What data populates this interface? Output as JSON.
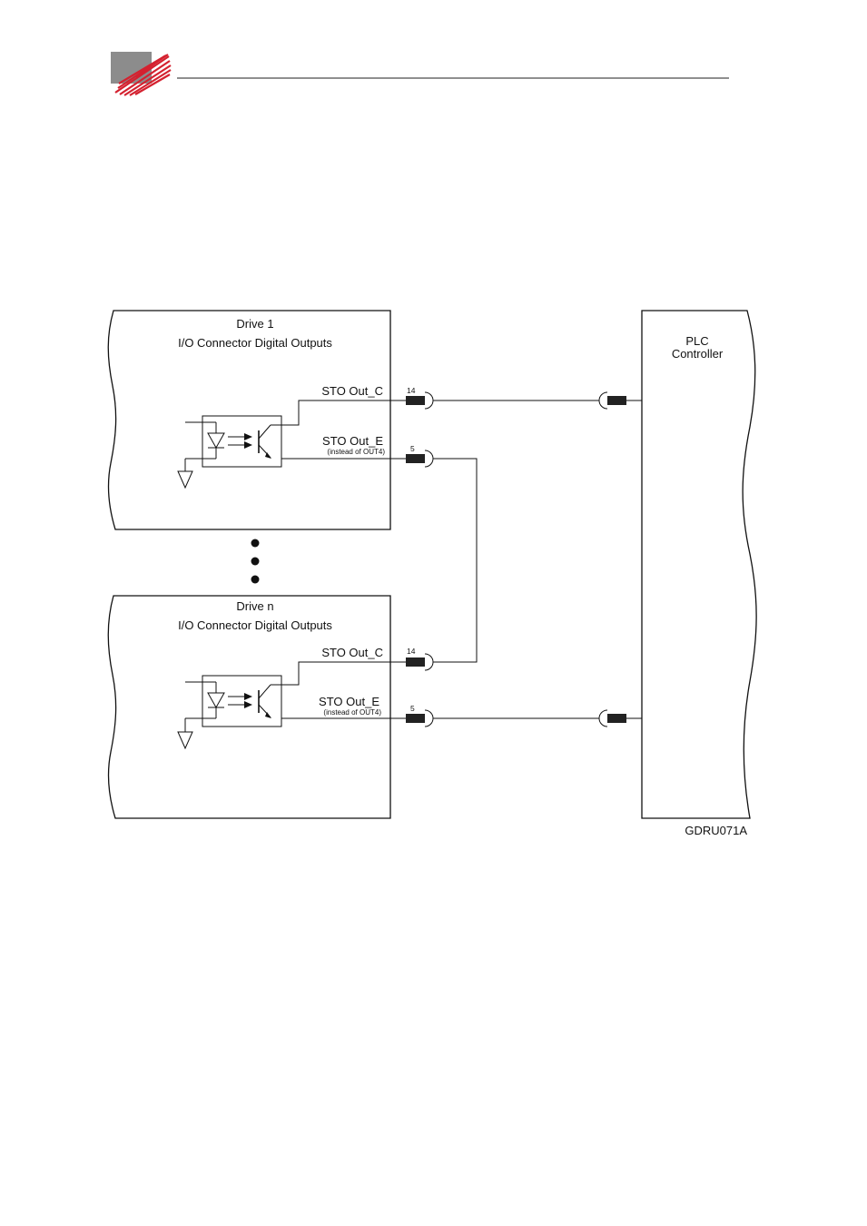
{
  "header": {
    "logo": "company-logo",
    "rule_color": "#6a6a6a",
    "logo_gray": "#8c8c8c",
    "logo_red": "#d4212f"
  },
  "diagram": {
    "drive1": {
      "title": "Drive 1",
      "subtitle": "I/O Connector Digital Outputs",
      "sto_c_label": "STO Out_C",
      "sto_c_pin": "14",
      "sto_e_label": "STO Out_E",
      "sto_e_note": "(instead of OUT4)",
      "sto_e_pin": "5"
    },
    "driven": {
      "title": "Drive n",
      "subtitle": "I/O Connector Digital Outputs",
      "sto_c_label": "STO Out_C",
      "sto_c_pin": "14",
      "sto_e_label": "STO Out_E",
      "sto_e_note": "(instead of OUT4)",
      "sto_e_pin": "5"
    },
    "plc": {
      "line1": "PLC",
      "line2": "Controller"
    },
    "figure_code": "GDRU071A"
  }
}
